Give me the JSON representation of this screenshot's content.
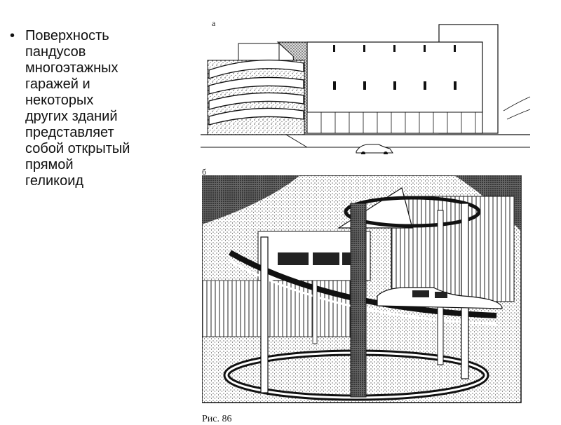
{
  "bullet": {
    "text": "Поверхность\nпандусов\nмногоэтажных\nгаражей и\nнекоторых\nдругих зданий\nпредставляет\nсобой открытый\nпрямой\nгеликоид"
  },
  "figure": {
    "label_a": "а",
    "label_b": "б",
    "caption": "Рис. 86"
  }
}
